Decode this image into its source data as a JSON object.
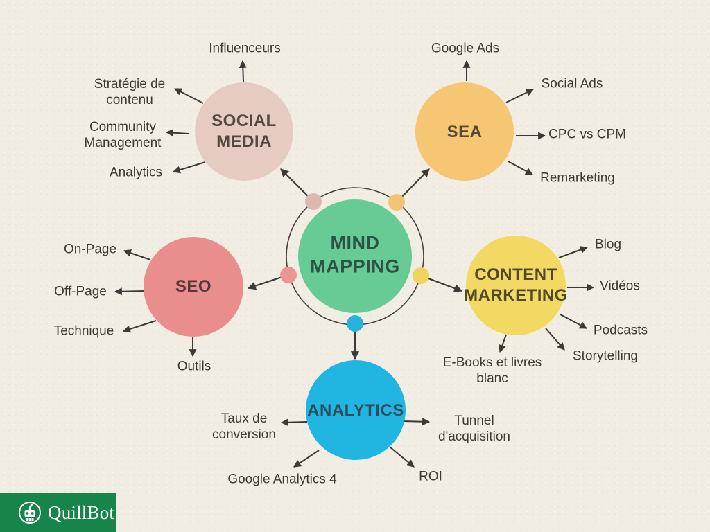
{
  "center": {
    "label": "MIND MAPPING",
    "color": "#67cb95"
  },
  "branches": [
    {
      "id": "social-media",
      "label": "SOCIAL MEDIA",
      "color": "#e5cbc1",
      "dot_color": "#dcb9ae",
      "children": [
        "Influenceurs",
        "Stratégie de contenu",
        "Community Management",
        "Analytics"
      ]
    },
    {
      "id": "sea",
      "label": "SEA",
      "color": "#f7c672",
      "dot_color": "#f2c377",
      "children": [
        "Google Ads",
        "Social Ads",
        "CPC vs CPM",
        "Remarketing"
      ]
    },
    {
      "id": "seo",
      "label": "SEO",
      "color": "#ea8d8d",
      "dot_color": "#ec9597",
      "children": [
        "On-Page",
        "Off-Page",
        "Technique",
        "Outils"
      ]
    },
    {
      "id": "content-marketing",
      "label": "CONTENT MARKETING",
      "color": "#f2d964",
      "dot_color": "#f0d45e",
      "children": [
        "Blog",
        "Vidéos",
        "Podcasts",
        "Storytelling",
        "E-Books et livres blanc"
      ]
    },
    {
      "id": "analytics",
      "label": "ANALYTICS",
      "color": "#21b5e2",
      "dot_color": "#29b1dd",
      "children": [
        "Taux de conversion",
        "Google Analytics 4",
        "ROI",
        "Tunnel d'acquisition"
      ]
    }
  ],
  "footer": {
    "brand": "QuillBot",
    "brand_color": "#17854a"
  }
}
